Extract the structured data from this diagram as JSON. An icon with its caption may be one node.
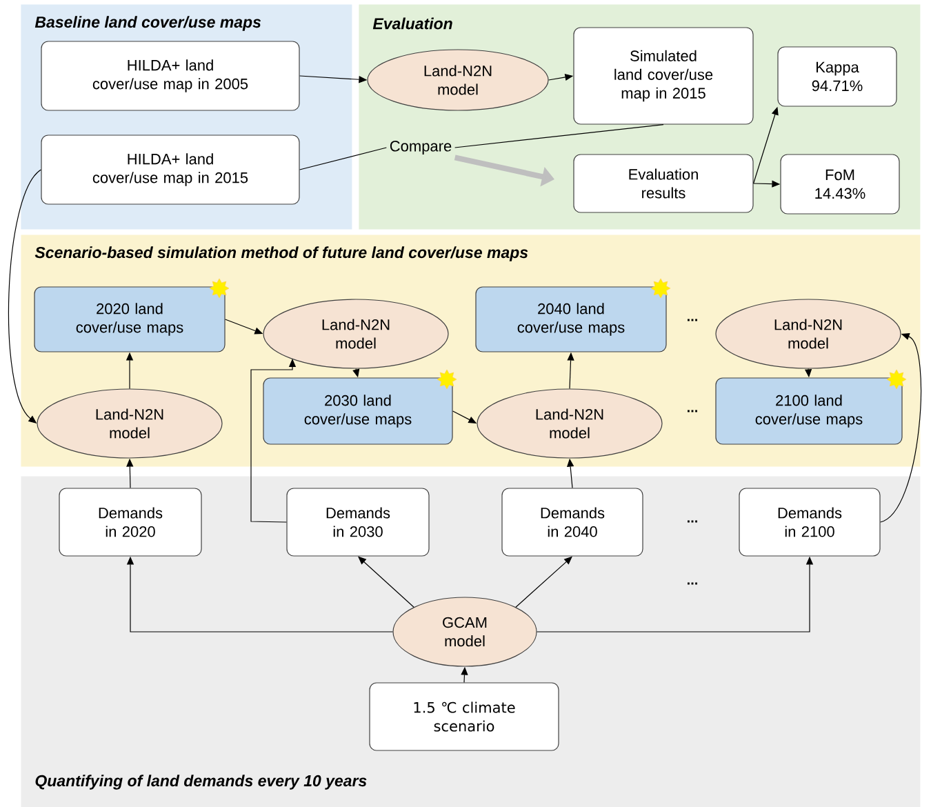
{
  "diagram": {
    "nodes": [
      {
        "text": [
          "Baseline land cover/use maps"
        ]
      },
      {
        "text": [
          "HILDA+ land cover/use map in 2005"
        ],
        "in": 0
      },
      {
        "text": [
          "HILDA+ land cover/use map in 2015"
        ],
        "in": 0
      },
      {
        "text": [
          "Evaluation"
        ]
      },
      {
        "text": [
          "Land-N2N model"
        ],
        "in": 3
      },
      {
        "text": [
          "Simulated land cover/use map in 2015"
        ],
        "in": 3
      },
      {
        "text": [
          "Compare"
        ],
        "in": 3
      },
      {
        "text": [
          "Evaluation results"
        ],
        "in": 3
      },
      {
        "text": [
          "Kappa 94.71%"
        ],
        "in": 3
      },
      {
        "text": [
          "FoM 14.43%"
        ],
        "in": 3
      },
      {
        "text": [
          "Scenario-based simulation method of future land cover/use maps"
        ]
      },
      {
        "text": [
          "2020 land cover/use maps"
        ],
        "in": 10
      },
      {
        "text": [
          "Land-N2N model"
        ],
        "in": 10
      },
      {
        "text": [
          "2040 land cover/use maps"
        ],
        "in": 10
      },
      {
        "text": [
          "Land-N2N model"
        ],
        "in": 10
      },
      {
        "text": [
          "Land-N2N model"
        ],
        "in": 10
      },
      {
        "text": [
          "2030 land cover/use maps"
        ],
        "in": 10
      },
      {
        "text": [
          "Land-N2N model"
        ],
        "in": 10
      },
      {
        "text": [
          "2100 land cover/use maps"
        ],
        "in": 10
      },
      {
        "text": [
          "Quantifying of land demands every 10 years"
        ]
      },
      {
        "text": [
          "Demands in 2020"
        ],
        "in": 19
      },
      {
        "text": [
          "Demands in 2030"
        ],
        "in": 19
      },
      {
        "text": [
          "Demands in 2040"
        ],
        "in": 19
      },
      {
        "text": [
          "Demands in 2100"
        ],
        "in": 19
      },
      {
        "text": [
          "GCAM model"
        ],
        "in": 19
      },
      {
        "text": [
          "1.5 ℃ climate scenario"
        ],
        "in": 19
      }
    ],
    "edges": [
      {
        "from": 1,
        "to": 4,
        "arrow": "to"
      },
      {
        "from": 4,
        "to": 5,
        "arrow": "to"
      },
      {
        "from": 2,
        "to": 6,
        "arrow": "none"
      },
      {
        "from": 5,
        "to": 6,
        "arrow": "none"
      },
      {
        "from": 6,
        "to": 7,
        "arrow": "to",
        "style": "thick",
        "color": "#bfbfbf"
      },
      {
        "from": 7,
        "to": 8,
        "arrow": "to"
      },
      {
        "from": 7,
        "to": 9,
        "arrow": "to"
      },
      {
        "from": 2,
        "to": 15,
        "arrow": "to"
      },
      {
        "from": 15,
        "to": 11,
        "arrow": "to"
      },
      {
        "from": 11,
        "to": 12,
        "arrow": "to"
      },
      {
        "from": 12,
        "to": 16,
        "arrow": "to"
      },
      {
        "from": 16,
        "to": 17,
        "arrow": "to"
      },
      {
        "from": 17,
        "to": 13,
        "arrow": "to"
      },
      {
        "from": 14,
        "to": 18,
        "arrow": "to"
      },
      {
        "from": 20,
        "to": 15,
        "arrow": "to"
      },
      {
        "from": 21,
        "to": 12,
        "arrow": "to"
      },
      {
        "from": 22,
        "to": 17,
        "arrow": "to"
      },
      {
        "from": 23,
        "to": 14,
        "arrow": "to"
      },
      {
        "from": 24,
        "to": 20,
        "arrow": "to"
      },
      {
        "from": 24,
        "to": 21,
        "arrow": "to"
      },
      {
        "from": 24,
        "to": 22,
        "arrow": "to"
      },
      {
        "from": 24,
        "to": 23,
        "arrow": "to"
      },
      {
        "from": 25,
        "to": 24,
        "arrow": "to"
      }
    ],
    "labels": [
      "...",
      "...",
      "...",
      "..."
    ]
  }
}
